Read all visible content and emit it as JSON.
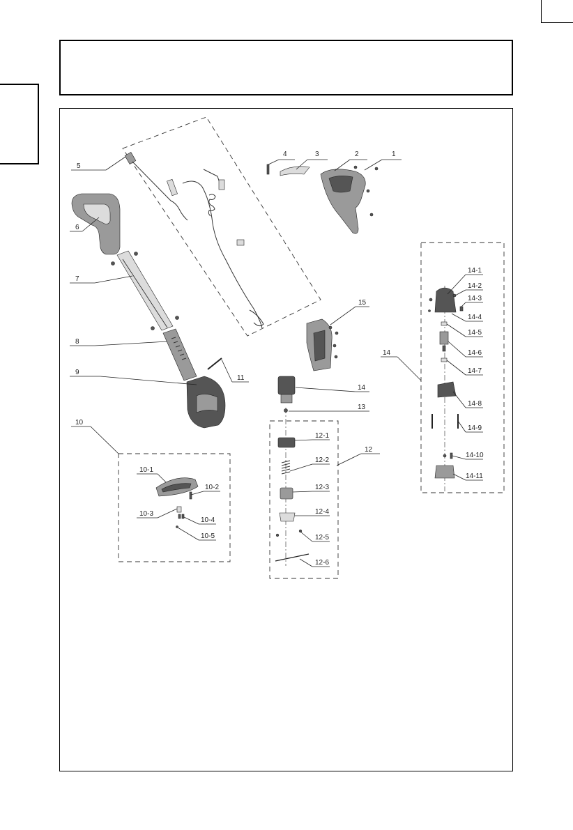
{
  "labels": {
    "l1": "1",
    "l2": "2",
    "l3": "3",
    "l4": "4",
    "l5": "5",
    "l6": "6",
    "l7": "7",
    "l8": "8",
    "l9": "9",
    "l10": "10",
    "l11": "11",
    "l12": "12",
    "l13": "13",
    "l14": "14",
    "l15": "15",
    "l10_1": "10-1",
    "l10_2": "10-2",
    "l10_3": "10-3",
    "l10_4": "10-4",
    "l10_5": "10-5",
    "l12_1": "12-1",
    "l12_2": "12-2",
    "l12_3": "12-3",
    "l12_4": "12-4",
    "l12_5": "12-5",
    "l12_6": "12-6",
    "l14_1": "14-1",
    "l14_2": "14-2",
    "l14_3": "14-3",
    "l14_4": "14-4",
    "l14_5": "14-5",
    "l14_6": "14-6",
    "l14_7": "14-7",
    "l14_8": "14-8",
    "l14_9": "14-9",
    "l14_10": "14-10",
    "l14_11": "14-11",
    "l14b": "14"
  },
  "colors": {
    "line": "#222222",
    "part_dark": "#555555",
    "part_mid": "#999999",
    "part_light": "#d8d8d8"
  }
}
